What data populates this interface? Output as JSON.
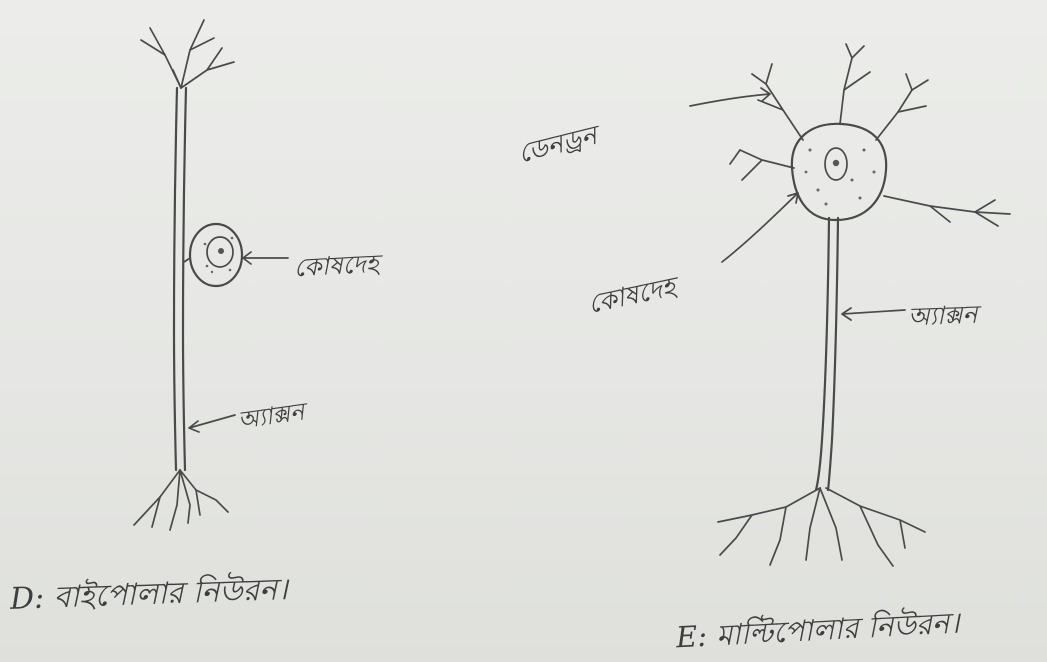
{
  "figure_d": {
    "label_cell_body": "কোষদেহ",
    "label_axon": "অ্যাক্সন",
    "caption": "D: বাইপোলার নিউরন।"
  },
  "figure_e": {
    "label_dendrite": "ডেনড্রন",
    "label_cell_body": "কোষদেহ",
    "label_axon": "অ্যাক্সন",
    "caption": "E: মাল্টিপোলার নিউরন।"
  }
}
